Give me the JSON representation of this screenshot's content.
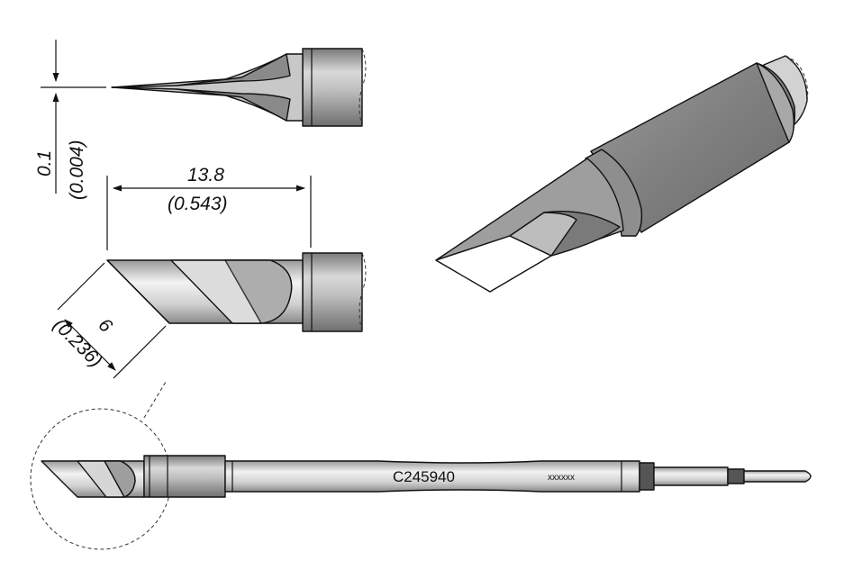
{
  "dimensions": {
    "thickness_mm": "0.1",
    "thickness_in": "(0.004)",
    "length_mm": "13.8",
    "length_in": "(0.543)",
    "width_mm": "6",
    "width_in": "(0.236)"
  },
  "part": {
    "number": "C245940",
    "code": "xxxxxx"
  },
  "colors": {
    "line": "#111111",
    "steel_light": "#e6e6e6",
    "steel_mid": "#b8b8b8",
    "steel_dark": "#8c8c8c",
    "steel_darker": "#6e6e6e",
    "face_white": "#ffffff",
    "band_dark": "#555555"
  }
}
